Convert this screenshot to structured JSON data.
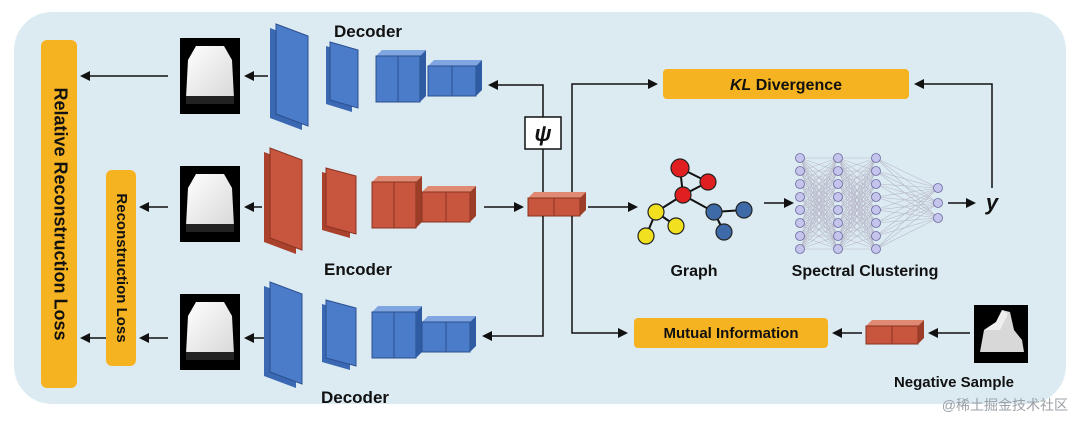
{
  "diagram": {
    "labels": {
      "decoder_top": "Decoder",
      "decoder_bottom": "Decoder",
      "encoder": "Encoder",
      "graph": "Graph",
      "spectral": "Spectral Clustering",
      "negative_sample": "Negative Sample",
      "psi": "ψ",
      "y": "y"
    },
    "boxes": {
      "kl_italic": "KL",
      "kl_rest": " Divergence",
      "mutual_information": "Mutual Information",
      "reconstruction_loss": "Reconstruction Loss",
      "relative_reconstruction_loss": "Relative Reconstruction Loss"
    },
    "watermark": "@稀土掘金技术社区"
  },
  "colors": {
    "panel": "#dcebf2",
    "orange": "#f6b321",
    "blue": "#4a7cc9",
    "red": "#c8553d",
    "node_red": "#e02020",
    "node_yellow": "#f0e020",
    "node_blue": "#3e6aa8",
    "nn_node": "#c4c4ec"
  }
}
